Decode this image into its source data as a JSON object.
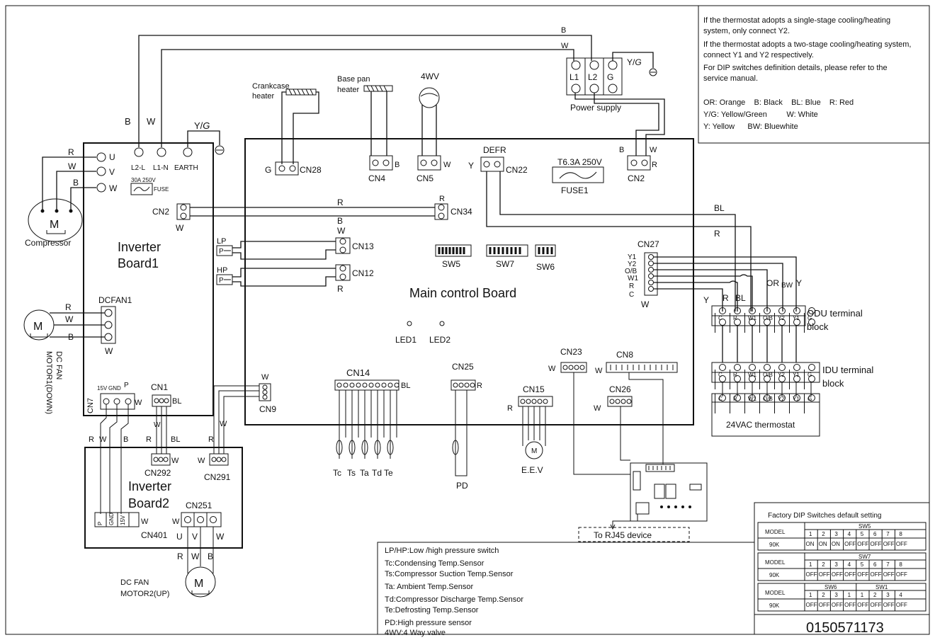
{
  "notes": {
    "line1": "If the thermostat adopts a single-stage cooling/heating",
    "line2": "system, only connect Y2.",
    "line3": "If the thermostat adopts a two-stage cooling/heating system,",
    "line4": "connect Y1 and Y2 respectively.",
    "line5": "For DIP switches definition details, please refer to the",
    "line6": "service manual.",
    "colors1": "OR: Orange    B: Black    BL: Blue    R: Red",
    "colors2": "Y/G: Yellow/Green         W: White",
    "colors3": "Y: Yellow      BW: Bluewhite"
  },
  "power": {
    "label": "Power supply",
    "l1": "L1",
    "l2": "L2",
    "g": "G",
    "yg": "Y/",
    "yg_g": "G"
  },
  "labels": {
    "b": "B",
    "w": "W",
    "r": "R",
    "y": "Y",
    "g": "G",
    "bl": "BL",
    "p": "P",
    "or": "OR",
    "bw": "BW",
    "c": "C",
    "v": "V",
    "u": "U",
    "yg": "Y/",
    "yg_g": "G"
  },
  "inverter1": {
    "title1": "Inverter",
    "title2": "Board1",
    "u": "U",
    "v": "V",
    "w": "W",
    "l2l": "L2-L",
    "l1n": "L1-N",
    "earth": "EARTH",
    "fuse_rating": "30A 250V",
    "fuse": "FUSE",
    "cn2": "CN2",
    "dcfan1": "DCFAN1",
    "cn7": "CN7",
    "v15": "15V",
    "gnd": "GND",
    "p": "P",
    "cn1": "CN1"
  },
  "compressor": {
    "label": "Compressor",
    "m": "M"
  },
  "fan1": {
    "m": "M",
    "label1": "DC FAN",
    "label2": "MOTOR1(DOWN)"
  },
  "main": {
    "title": "Main control Board",
    "crankcase1": "Crankcase",
    "crankcase2": "heater",
    "basepan1": "Base pan",
    "basepan2": "heater",
    "fourwv": "4WV",
    "cn28": "CN28",
    "cn4": "CN4",
    "cn5": "CN5",
    "defr": "DEFR",
    "cn22": "CN22",
    "fuse1_rating": "T6.3A 250V",
    "fuse1": "FUSE1",
    "cn2": "CN2",
    "cn34": "CN34",
    "lp": "LP",
    "hp": "HP",
    "pp": "P",
    "cn13": "CN13",
    "cn12": "CN12",
    "sw5": "SW5",
    "sw7": "SW7",
    "sw6": "SW6",
    "cn27": "CN27",
    "y1": "Y1",
    "y2": "Y2",
    "ob": "O/B",
    "w1": "W1",
    "rr": "R",
    "cc": "C",
    "led1": "LED1",
    "led2": "LED2",
    "cn9": "CN9",
    "cn14": "CN14",
    "cn25": "CN25",
    "cn15": "CN15",
    "cn23": "CN23",
    "cn8": "CN8",
    "cn26": "CN26",
    "sensors": [
      "Tc",
      "Ts",
      "Ta",
      "Td",
      "Te"
    ],
    "pd": "PD",
    "eev": "E.E.V"
  },
  "terminals": {
    "odu1": "ODU terminal",
    "odu2": "block",
    "idu1": "IDU terminal",
    "idu2": "block",
    "thermostat": "24VAC thermostat",
    "odu_pins": [
      "C",
      "R",
      "W1",
      "O/B",
      "Y2",
      "Y1",
      "G"
    ],
    "idu_pins": [
      "C",
      "R",
      "W1",
      "O/B",
      "Y2",
      "Y1",
      "G"
    ]
  },
  "inverter2": {
    "title1": "Inverter",
    "title2": "Board2",
    "cn292": "CN292",
    "cn291": "CN291",
    "cn251": "CN251",
    "cn401": "CN401",
    "u": "U",
    "v": "V",
    "w": "W"
  },
  "fan2": {
    "m": "M",
    "label1": "DC FAN",
    "label2": "MOTOR2(UP)"
  },
  "rj45": {
    "label": "To RJ45 device"
  },
  "legend": [
    "LP/HP:Low /high pressure switch",
    "Tc:Condensing Temp.Sensor",
    "Ts:Compressor Suction Temp.Sensor",
    "Ta: Ambient Temp.Sensor",
    "Td:Compressor Discharge Temp.Sensor",
    "Te:Defrosting Temp.Sensor",
    "PD:High pressure sensor",
    "4WV:4 Way valve"
  ],
  "dip": {
    "title": "Factory DIP Switches  default setting",
    "model": "MODEL",
    "model_value": "90K",
    "tables": [
      {
        "group": "SW5",
        "pins": [
          "1",
          "2",
          "3",
          "4",
          "5",
          "6",
          "7",
          "8"
        ],
        "values": [
          "ON",
          "ON",
          "ON",
          "OFF",
          "OFF",
          "OFF",
          "OFF",
          "OFF"
        ]
      },
      {
        "group": "SW7",
        "pins": [
          "1",
          "2",
          "3",
          "4",
          "5",
          "6",
          "7",
          "8"
        ],
        "values": [
          "OFF",
          "OFF",
          "OFF",
          "OFF",
          "OFF",
          "OFF",
          "OFF",
          "OFF"
        ]
      },
      {
        "group": "SW6 / SW1",
        "pins": [
          "1",
          "2",
          "3",
          "1",
          "1",
          "2",
          "3",
          "4"
        ],
        "values": [
          "OFF",
          "OFF",
          "OFF",
          "OFF",
          "OFF",
          "OFF",
          "OFF",
          "OFF"
        ]
      }
    ],
    "group_sw6": "SW6",
    "group_sw1": "SW1"
  },
  "part_number": "0150571173"
}
